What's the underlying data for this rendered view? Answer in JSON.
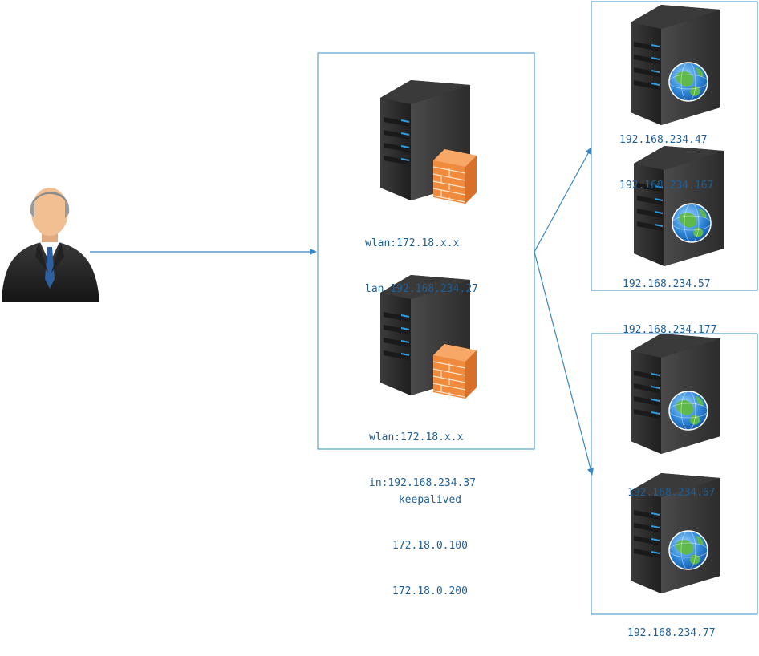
{
  "diagram": {
    "user": {
      "icon": "businessman-icon"
    },
    "lb_group": {
      "servers": [
        {
          "icon": "firewall-server-icon",
          "line1": "wlan:172.18.x.x",
          "line2": "lan 192.168.234.27"
        },
        {
          "icon": "firewall-server-icon",
          "line1": "wlan:172.18.x.x",
          "line2": "in:192.168.234.37"
        }
      ],
      "caption": {
        "title": "keepalived",
        "vip1": "172.18.0.100",
        "vip2": "172.18.0.200"
      }
    },
    "backend_group_a": {
      "servers": [
        {
          "icon": "web-server-icon",
          "line1": "192.168.234.47",
          "line2": "192.168.234.167"
        },
        {
          "icon": "web-server-icon",
          "line1": "192.168.234.57",
          "line2": "192.168.234.177"
        }
      ]
    },
    "backend_group_b": {
      "servers": [
        {
          "icon": "web-server-icon",
          "line1": "192.168.234.67"
        },
        {
          "icon": "web-server-icon",
          "line1": "192.168.234.77"
        }
      ]
    },
    "colors": {
      "frame": "#3a8fc7",
      "arrow": "#3a86c2",
      "text": "#1f5f97",
      "server_dark": "#2b2b2b",
      "server_led": "#2e9be0",
      "firewall": "#f08a3c",
      "globe": "#2f87d8"
    }
  }
}
